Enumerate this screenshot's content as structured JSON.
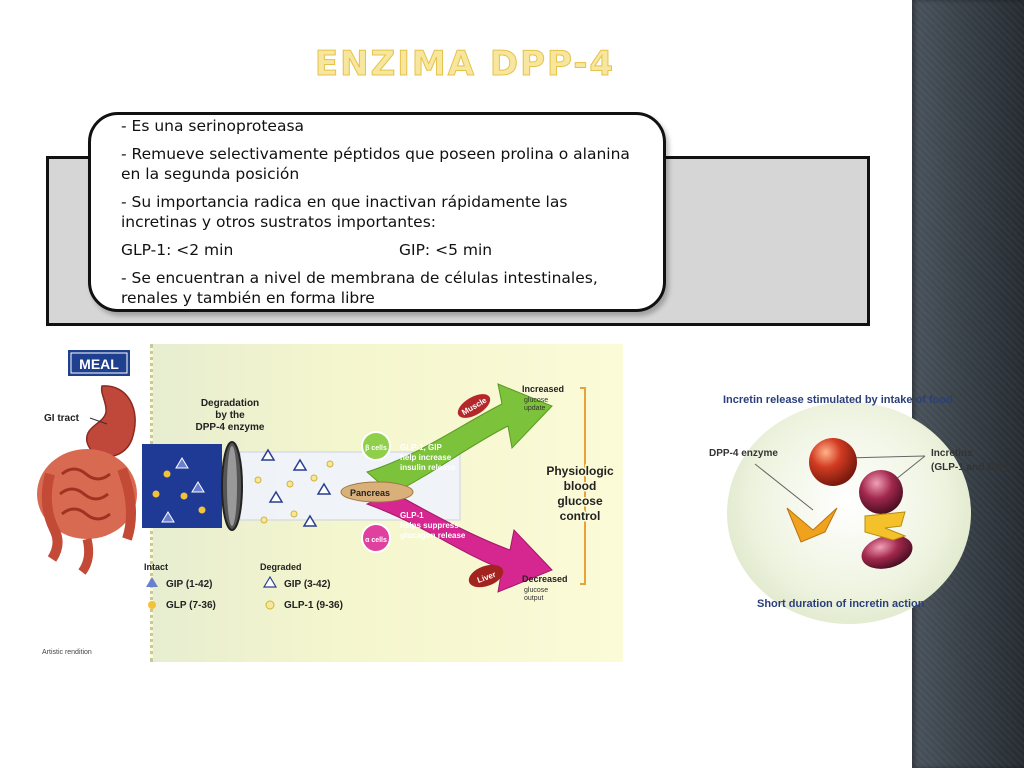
{
  "slide": {
    "title": "Enzima DPP-4",
    "bullets": {
      "b1": "-   Es una serinoproteasa",
      "b2": "-   Remueve selectivamente péptidos que poseen prolina o alanina en la segunda posición",
      "b3": "-   Su importancia radica en que inactivan rápidamente las incretinas y otros sustratos importantes:",
      "glp1": "GLP-1: <2 min",
      "gip": "GIP: <5 min",
      "b4": "-   Se encuentran a nivel de membrana de células intestinales, renales y también en forma libre"
    }
  },
  "diagram_left": {
    "meal": "MEAL",
    "gi_tract": "GI tract",
    "degradation_1": "Degradation",
    "degradation_2": "by the",
    "degradation_3": "DPP-4 enzyme",
    "beta_cells": "β cells",
    "alpha_cells": "α cells",
    "pancreas": "Pancreas",
    "glp1_gip_1": "GLP-1, GIP",
    "glp1_gip_2": "help increase",
    "glp1_gip_3": "insulin release",
    "glp1_1": "GLP-1",
    "glp1_2": "helps suppress",
    "glp1_3": "glucagon release",
    "muscle": "Muscle",
    "liver": "Liver",
    "increased": "Increased",
    "glucose_update_1": "glucose",
    "glucose_update_2": "update",
    "decreased": "Decreased",
    "glucose_output_1": "glucose",
    "glucose_output_2": "output",
    "physio_1": "Physiologic",
    "physio_2": "blood",
    "physio_3": "glucose",
    "physio_4": "control",
    "intact": "Intact",
    "degraded": "Degraded",
    "intact_gip": "GIP (1-42)",
    "intact_glp": "GLP (7-36)",
    "degraded_gip": "GIP (3-42)",
    "degraded_glp": "GLP-1 (9-36)",
    "artistic": "Artistic rendition"
  },
  "diagram_right": {
    "title": "Incretin release stimulated by intake of food",
    "dpp4": "DPP-4 enzyme",
    "incretins_1": "Incretins",
    "incretins_2": "(GLP-1 and GIP)",
    "short": "Short duration of incretin action"
  },
  "colors": {
    "title_fill": "#f7e79e",
    "title_stroke": "#e6c24a",
    "green_arrow": "#7cc23a",
    "magenta_arrow": "#d6268f",
    "tube_blue": "#1f3a94",
    "label_blue": "#2a3f7a"
  }
}
